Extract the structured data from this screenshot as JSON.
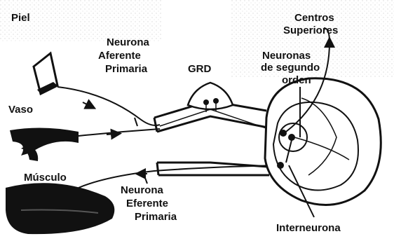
{
  "labels": {
    "piel": "Piel",
    "centros_1": "Centros",
    "centros_2": "Superiores",
    "afferent_1": "Neurona",
    "afferent_2": "Aferente",
    "afferent_3": "Primaria",
    "grd": "GRD",
    "second_order_1": "Neuronas",
    "second_order_2": "de segundo",
    "second_order_3": "orden",
    "vaso": "Vaso",
    "musculo": "Músculo",
    "efferent_1": "Neurona",
    "efferent_2": "Eferente",
    "efferent_3": "Primaria",
    "interneurona": "Interneurona"
  },
  "colors": {
    "ink": "#111111",
    "paper": "#ffffff",
    "speckle": "#dcdcdc"
  }
}
